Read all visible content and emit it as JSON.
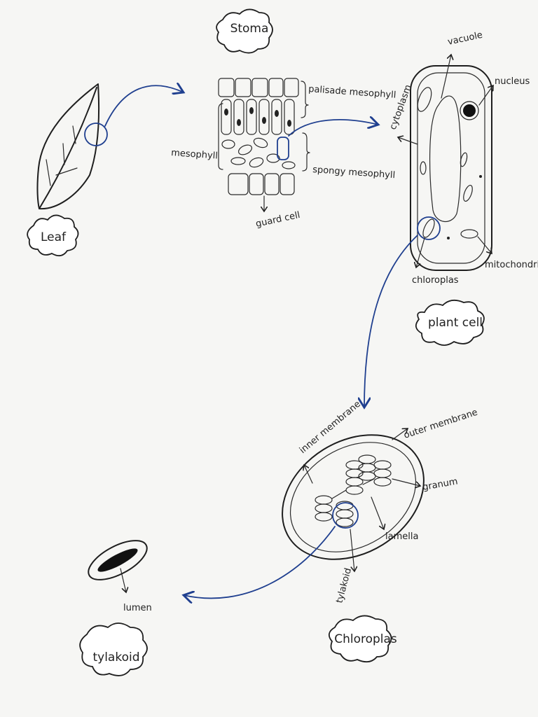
{
  "stages": {
    "leaf": {
      "title": "Leaf"
    },
    "stoma": {
      "title": "Stoma"
    },
    "plant_cell": {
      "title": "plant cell"
    },
    "chloroplast": {
      "title": "Chloroplas"
    },
    "thylakoid": {
      "title": "tylakoid"
    }
  },
  "labels": {
    "palisade": "palisade mesophyll",
    "mesophyll": "mesophyll",
    "spongy": "spongy mesophyll",
    "guard_cell": "guard cell",
    "vacuole": "vacuole",
    "nucleus": "nucleus",
    "cytoplasm": "cytoplasm",
    "chloroplast": "chloroplas",
    "mitochondria": "mitochondria",
    "inner_membrane": "inner membrane",
    "outer_membrane": "outer membrane",
    "granum": "granum",
    "lamella": "lamella",
    "thylakoid": "tylakoid",
    "lumen": "lumen"
  },
  "colors": {
    "ink": "#1e1e1e",
    "arrow_blue": "#1f3f8f",
    "paper": "#f6f6f4"
  }
}
